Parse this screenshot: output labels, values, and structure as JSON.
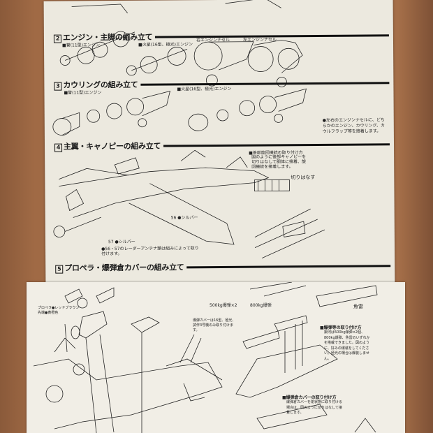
{
  "sections": [
    {
      "num": "2",
      "title": "エンジン・主脚の組み立て"
    },
    {
      "num": "3",
      "title": "カウリングの組み立て"
    },
    {
      "num": "4",
      "title": "主翼・キャノピーの組み立て"
    },
    {
      "num": "5",
      "title": "プロペラ・爆弾倉カバーの組み立て"
    }
  ],
  "labels": {
    "engine_homare": "■誉(11型)エンジン",
    "engine_kasei": "■火星(16型、極光)エンジン",
    "nacelle_right": "右エンジンナセル",
    "nacelle_left": "左エンジンナセル",
    "cowling_homare": "■誉(11型)エンジン",
    "cowling_kasei": "■火星(16型、極光)エンジン",
    "cowling_note": "●左右のエンジンナセルに、どちらかのエンジン、カウリング、カウルフラップ等を接着します。",
    "canopy_title": "■後部旋回機銃の取り付け方",
    "canopy_note": "図のように後部キャノピーを切りはなして胴体に接着、旋回機銃を接着します。",
    "cut_off": "切りはなす",
    "radar_note": "●56・57のレーダーアンテナ類は組みによって取り付けます。",
    "silver_56": "56 ●シルバー",
    "silver_57": "57 ●シルバー",
    "bomb_500": "500kg爆弾×2",
    "bomb_800": "800kg爆弾",
    "torpedo": "魚雷",
    "bomb_note_title": "■爆弾等の取り付け方",
    "bomb_note": "銀河は500kg爆弾×2個、800kg爆弾、魚雷のいずれかを搭載できました。図のように、好みの爆装をしてください。極光の場合は爆装しません。",
    "bay_note_title": "■爆弾倉カバーの取り付け方",
    "bay_note": "爆弾倉カバーを閉状態に取り付ける場合は、図のように切りはなして接着します。",
    "cover_note": "爆弾カバーは16型、極光、試作3号機のみ取り付けます。",
    "propeller_note": "プロペラ●レッドブラウン 先端●黄橙色"
  },
  "colors": {
    "paper": "#ece9df",
    "ink": "#111111",
    "wood": "#93603f"
  }
}
